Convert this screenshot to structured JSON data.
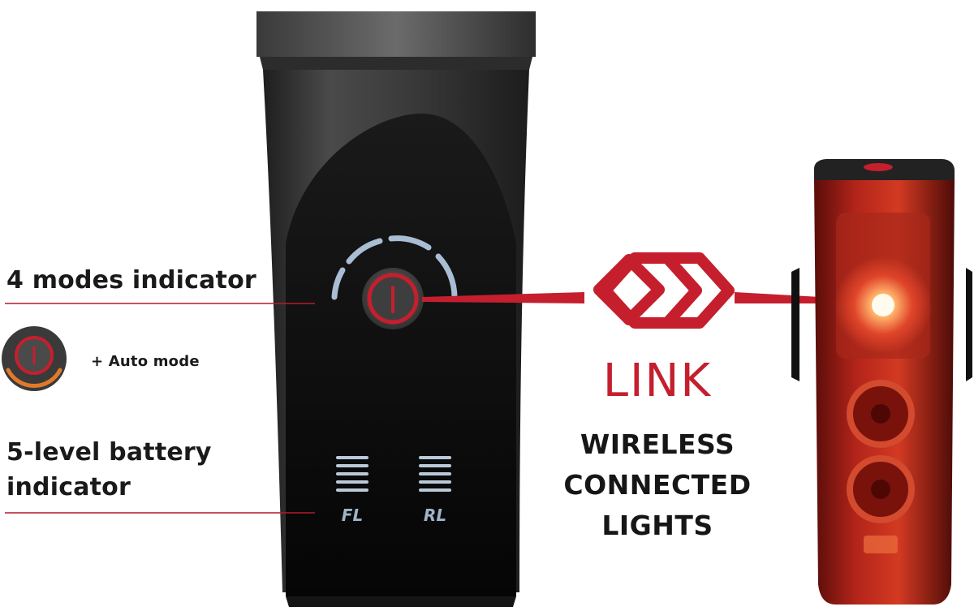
{
  "annotations": {
    "modes_indicator": "4 modes indicator",
    "auto_mode": "+ Auto mode",
    "battery_line1": "5-level battery",
    "battery_line2": "indicator"
  },
  "link": {
    "word": "LINK",
    "tagline": [
      "WIRELESS",
      "CONNECTED",
      "LIGHTS"
    ]
  },
  "front_light": {
    "battery_labels": [
      "FL",
      "RL"
    ],
    "battery_levels": 5,
    "mode_segments": 4
  },
  "colors": {
    "accent_red": "#c51f2e",
    "leader_line": "#b01c2b",
    "indicator_blue": "#a9bdd3",
    "auto_orange": "#e07a2a",
    "tail_red": "#d3281e"
  }
}
